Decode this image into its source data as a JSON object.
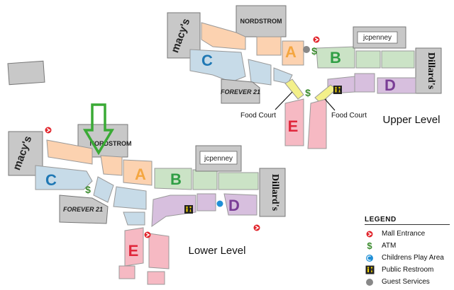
{
  "stores": {
    "nordstrom": "NORDSTROM",
    "jcpenney": "jcpenney",
    "dillards": "Dillard's",
    "macys": "macy's",
    "forever21": "FOREVER 21"
  },
  "zones": {
    "a": "A",
    "b": "B",
    "c": "C",
    "d": "D",
    "e": "E"
  },
  "levels": {
    "upper": "Upper Level",
    "lower": "Lower Level"
  },
  "food_court": "Food Court",
  "atm_symbol": "$",
  "legend": {
    "title": "LEGEND",
    "items": [
      {
        "icon": "mall-entrance-icon",
        "label": "Mall Entrance"
      },
      {
        "icon": "atm-icon",
        "label": "ATM"
      },
      {
        "icon": "childrens-play-area-icon",
        "label": "Childrens Play Area"
      },
      {
        "icon": "public-restroom-icon",
        "label": "Public Restroom"
      },
      {
        "icon": "guest-services-icon",
        "label": "Guest Services"
      }
    ]
  },
  "colors": {
    "anchor": "#c8c8c8",
    "zone_a": "#fcd2b0",
    "zone_b": "#cbe3c6",
    "zone_c": "#c7dbe8",
    "zone_d": "#d7bfde",
    "zone_e": "#f6b9c3",
    "food_court": "#f3f08a",
    "letter_a": "#f4a640",
    "letter_b": "#2f9e44",
    "letter_c": "#1f78b4",
    "letter_d": "#7a3d96",
    "letter_e": "#e0283c",
    "entrance_red": "#e1242b",
    "atm_green": "#3b8b2e",
    "play_blue": "#1f8fd6",
    "arrow_green": "#3aaa35"
  }
}
